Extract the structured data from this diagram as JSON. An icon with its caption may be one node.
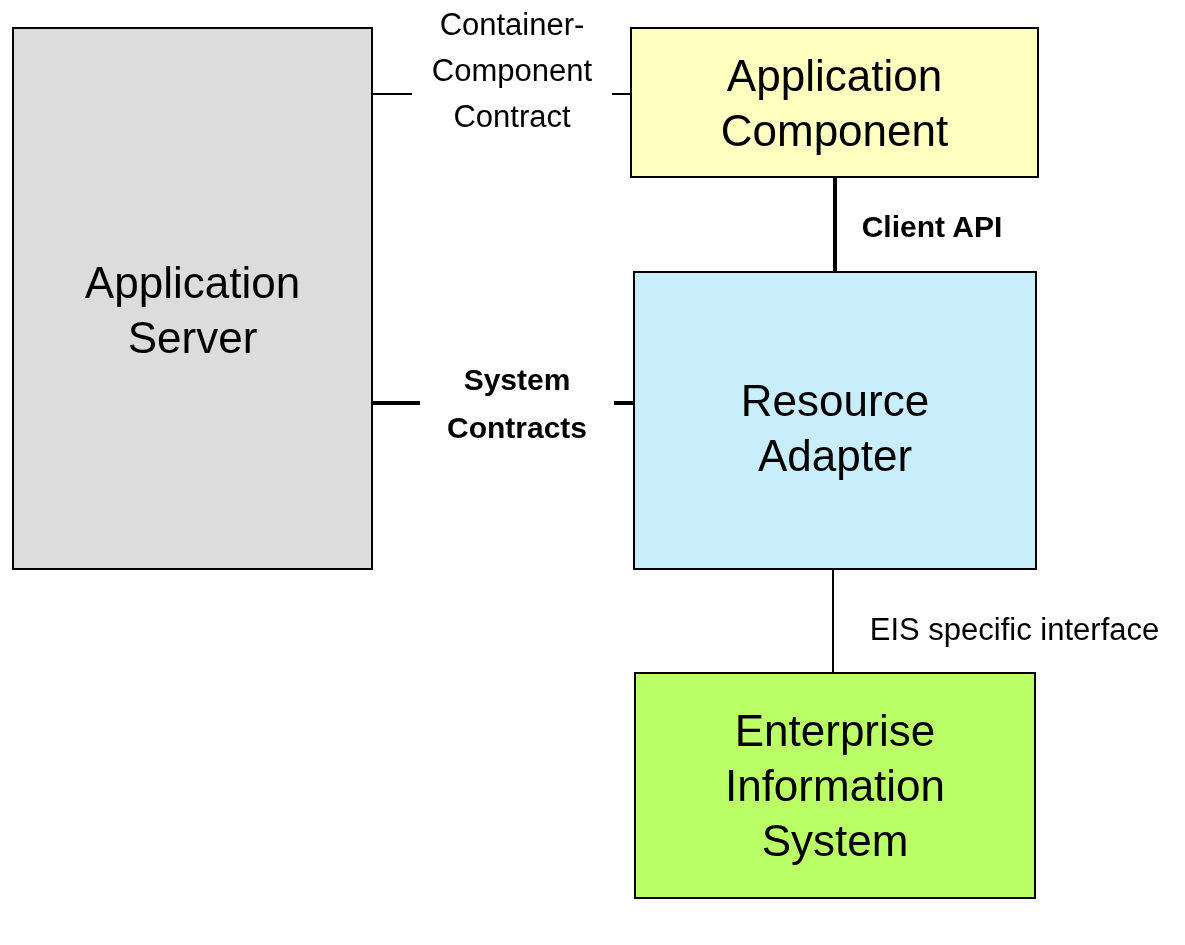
{
  "diagram": {
    "nodes": [
      {
        "text": [
          "Application Server"
        ]
      },
      {
        "text": [
          "Application Component"
        ]
      },
      {
        "text": [
          "Resource Adapter"
        ]
      },
      {
        "text": [
          "Enterprise Information System"
        ]
      }
    ],
    "edges": [
      {
        "from": 0,
        "to": 1,
        "arrow": "none",
        "label": "Container-Component Contract"
      },
      {
        "from": 1,
        "to": 2,
        "arrow": "none",
        "label": "Client API",
        "style": "thick"
      },
      {
        "from": 0,
        "to": 2,
        "arrow": "none",
        "label": "System Contracts",
        "style": "thick"
      },
      {
        "from": 2,
        "to": 3,
        "arrow": "none",
        "label": "EIS specific interface"
      }
    ]
  }
}
